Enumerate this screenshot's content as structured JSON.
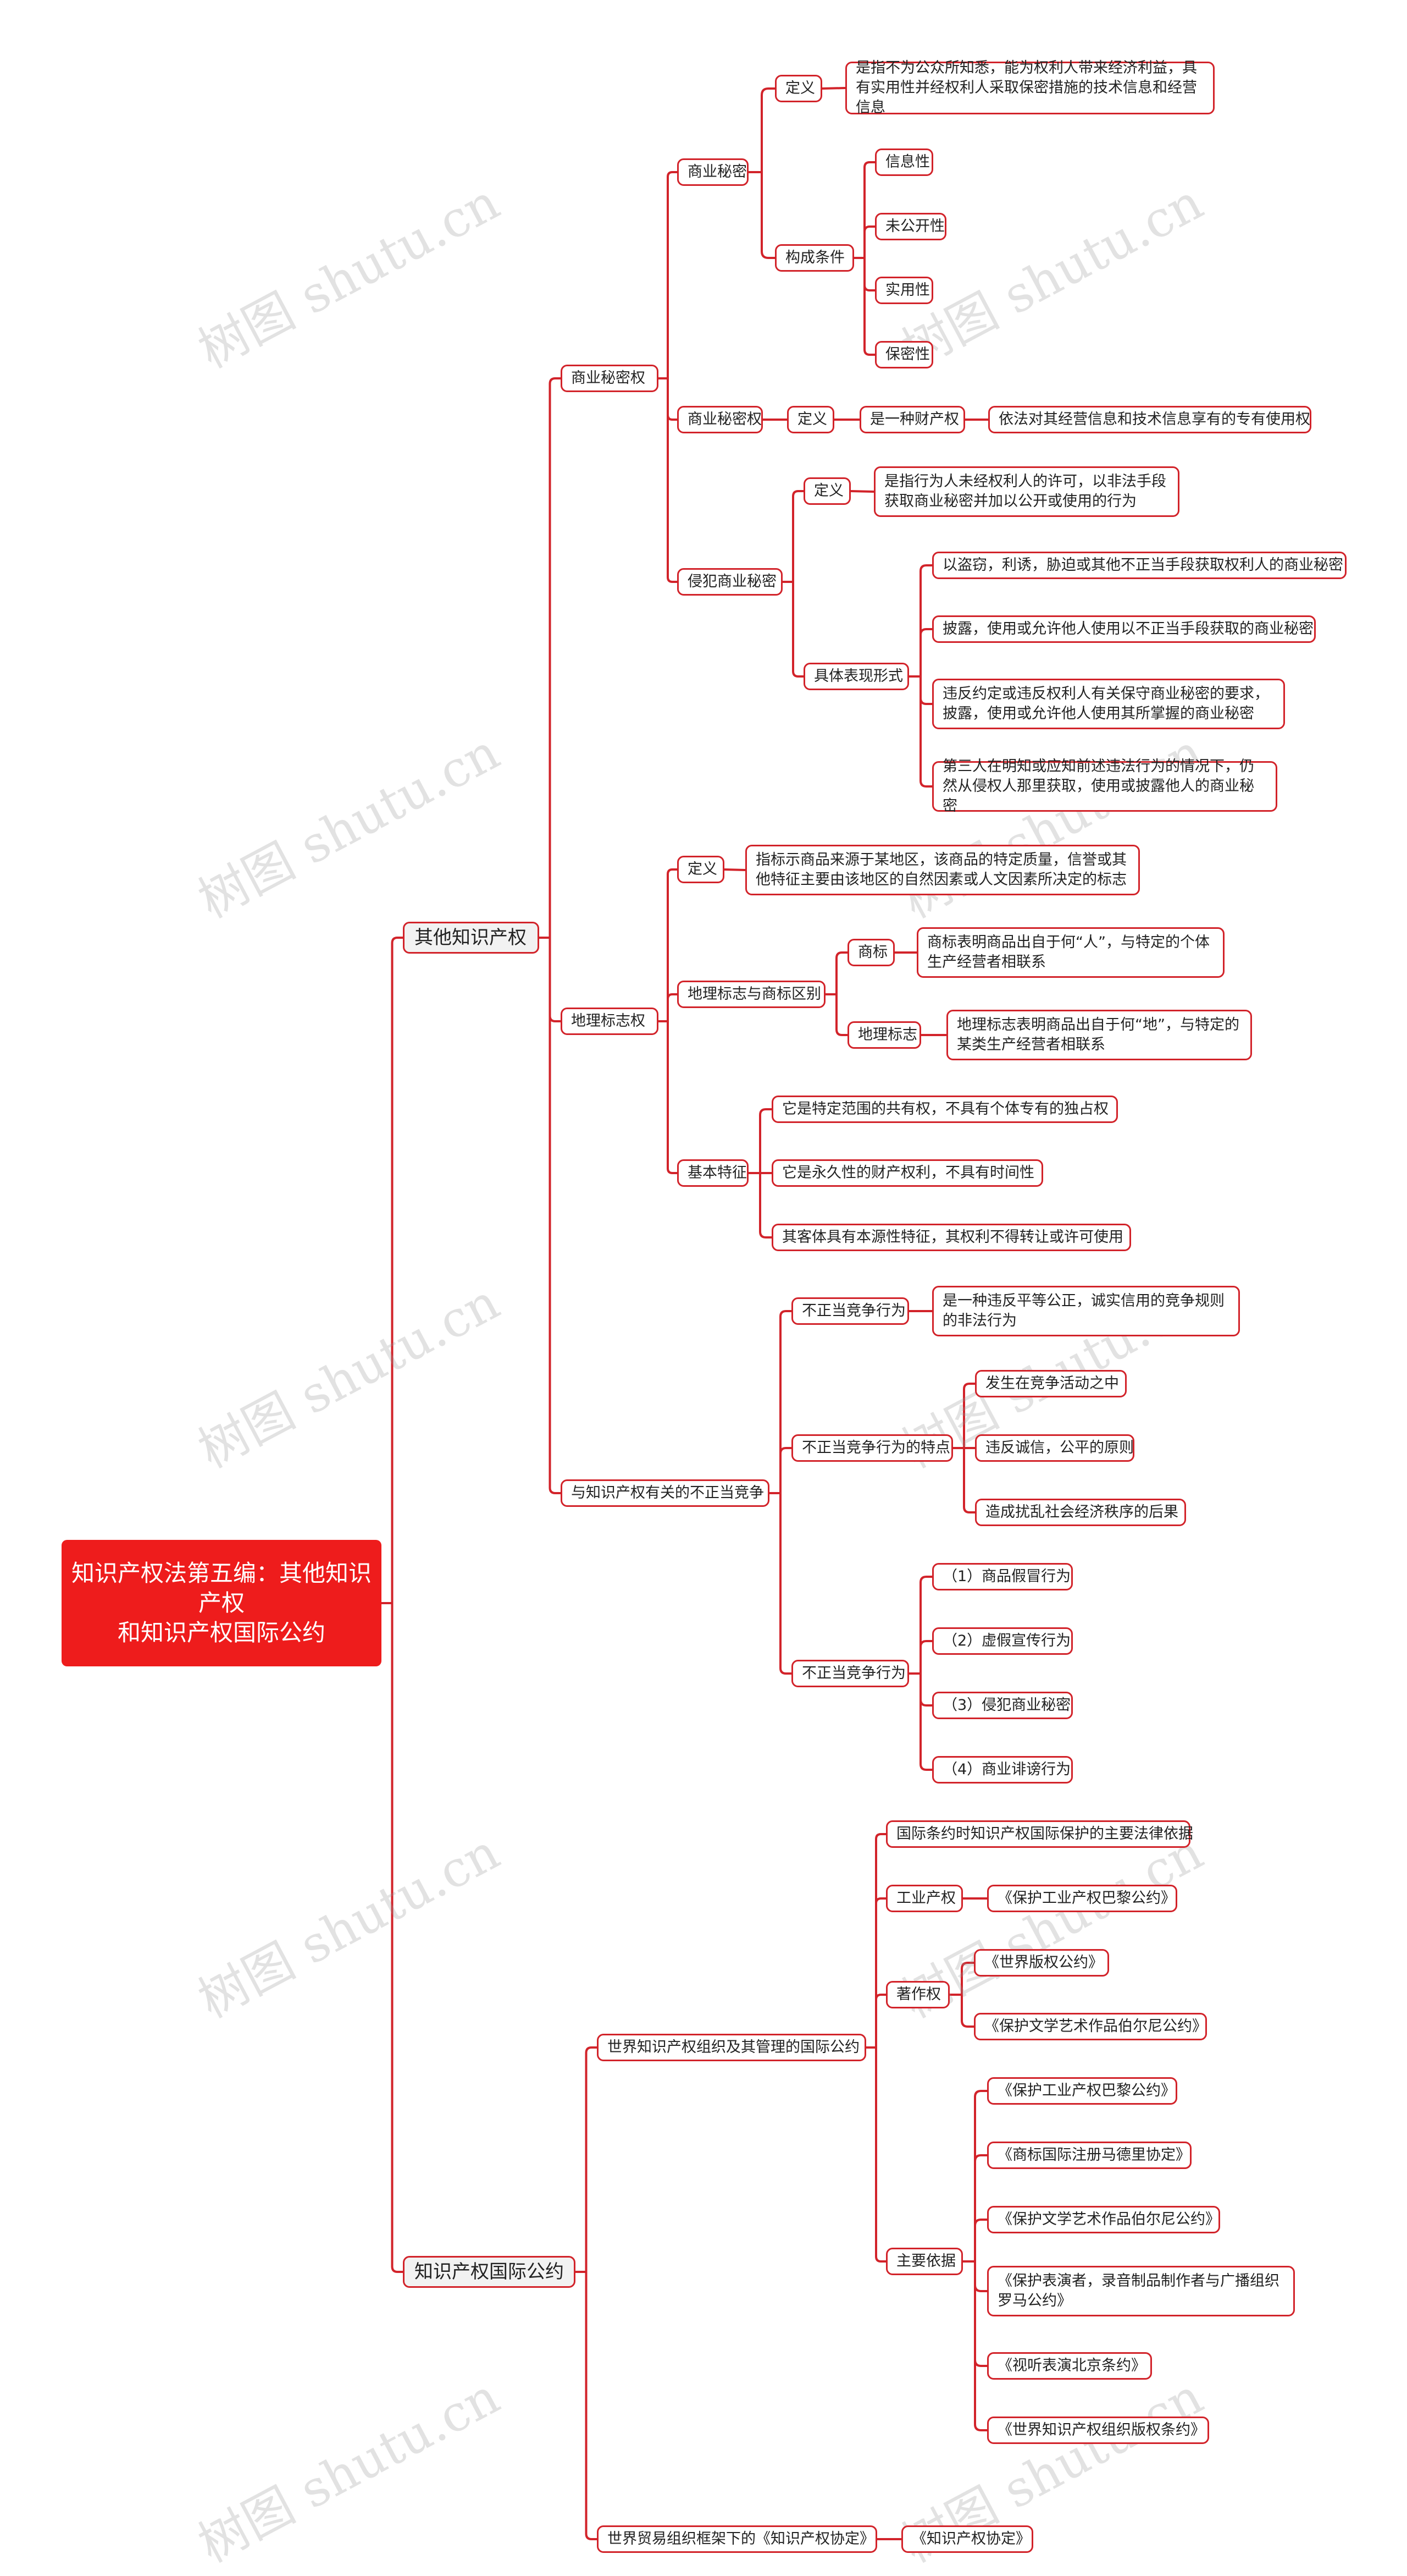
{
  "root": {
    "label": "知识产权法第五编：其他知识产权\n和知识产权国际公约"
  },
  "watermark": "树图 shutu.cn",
  "colors": {
    "line": "#d2232a",
    "root_bg": "#ee1c1c",
    "l1_bg": "#f2f2f2"
  },
  "nodes": {
    "other_ip": "其他知识产权",
    "trade_secret_right": "商业秘密权",
    "trade_secret": "商业秘密",
    "ts_def": "定义",
    "ts_def_text": "是指不为公众所知悉，能为权利人带来经济利益，具有实用性并经权利人采取保密措施的技术信息和经营信息",
    "ts_cond": "构成条件",
    "ts_cond_1": "信息性",
    "ts_cond_2": "未公开性",
    "ts_cond_3": "实用性",
    "ts_cond_4": "保密性",
    "tsr": "商业秘密权",
    "tsr_def": "定义",
    "tsr_prop": "是一种财产权",
    "tsr_text": "依法对其经营信息和技术信息享有的专有使用权",
    "infringe": "侵犯商业秘密",
    "inf_def": "定义",
    "inf_def_text": "是指行为人未经权利人的许可，以非法手段获取商业秘密并加以公开或使用的行为",
    "inf_forms": "具体表现形式",
    "inf_f1": "以盗窃，利诱，胁迫或其他不正当手段获取权利人的商业秘密",
    "inf_f2": "披露，使用或允许他人使用以不正当手段获取的商业秘密",
    "inf_f3": "违反约定或违反权利人有关保守商业秘密的要求，披露，使用或允许他人使用其所掌握的商业秘密",
    "inf_f4": "第三人在明知或应知前述违法行为的情况下，仍然从侵权人那里获取，使用或披露他人的商业秘密",
    "geo_right": "地理标志权",
    "geo_def": "定义",
    "geo_def_text": "指标示商品来源于某地区，该商品的特定质量，信誉或其他特征主要由该地区的自然因素或人文因素所决定的标志",
    "geo_vs": "地理标志与商标区别",
    "geo_tm": "商标",
    "geo_tm_text": "商标表明商品出自于何“人”，与特定的个体生产经营者相联系",
    "geo_gi": "地理标志",
    "geo_gi_text": "地理标志表明商品出自于何“地”，与特定的某类生产经营者相联系",
    "geo_feat": "基本特征",
    "geo_feat_1": "它是特定范围的共有权，不具有个体专有的独占权",
    "geo_feat_2": "它是永久性的财产权利，不具有时间性",
    "geo_feat_3": "其客体具有本源性特征，其权利不得转让或许可使用",
    "unfair": "与知识产权有关的不正当竞争",
    "uf_act": "不正当竞争行为",
    "uf_act_text": "是一种违反平等公正，诚实信用的竞争规则的非法行为",
    "uf_char": "不正当竞争行为的特点",
    "uf_char_1": "发生在竞争活动之中",
    "uf_char_2": "违反诚信，公平的原则",
    "uf_char_3": "造成扰乱社会经济秩序的后果",
    "uf_types": "不正当竞争行为",
    "uf_t1": "（1）商品假冒行为",
    "uf_t2": "（2）虚假宣传行为",
    "uf_t3": "（3）侵犯商业秘密",
    "uf_t4": "（4）商业诽谤行为",
    "intl": "知识产权国际公约",
    "wipo": "世界知识产权组织及其管理的国际公约",
    "wipo_basis": "国际条约时知识产权国际保护的主要法律依据",
    "industrial": "工业产权",
    "paris": "《保护工业产权巴黎公约》",
    "copyright": "著作权",
    "ucc": "《世界版权公约》",
    "berne": "《保护文学艺术作品伯尔尼公约》",
    "main_basis": "主要依据",
    "mb1": "《保护工业产权巴黎公约》",
    "mb2": "《商标国际注册马德里协定》",
    "mb3": "《保护文学艺术作品伯尔尼公约》",
    "mb4": "《保护表演者，录音制品制作者与广播组织罗马公约》",
    "mb5": "《视听表演北京条约》",
    "mb6": "《世界知识产权组织版权条约》",
    "wto": "世界贸易组织框架下的《知识产权协定》",
    "trips": "《知识产权协定》"
  }
}
